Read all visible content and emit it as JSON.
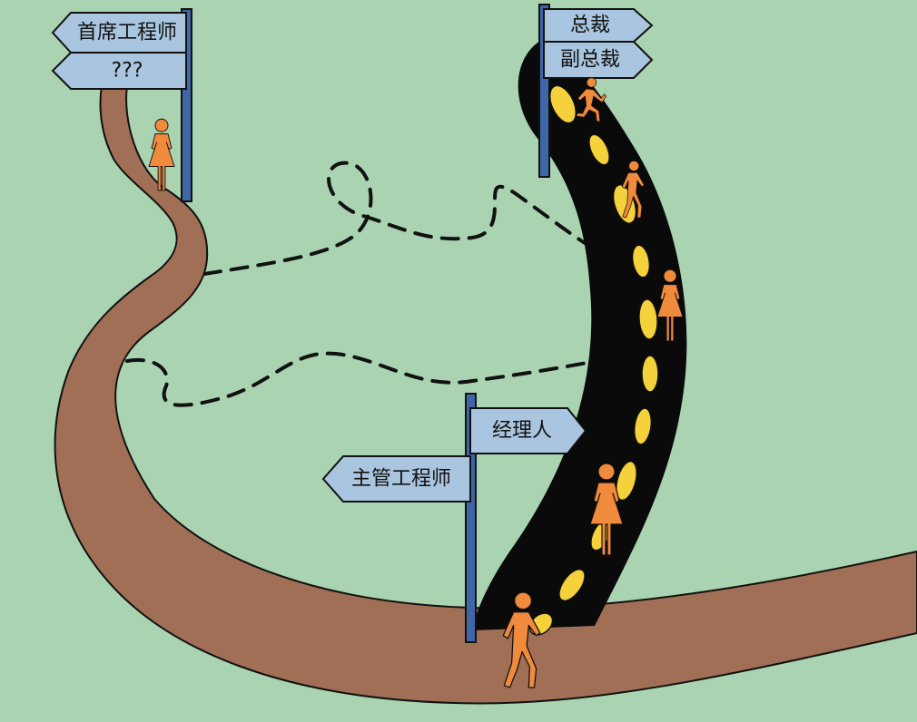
{
  "signs": {
    "chief_engineer": "首席工程师",
    "unknown": "???",
    "president": "总裁",
    "vice_president": "副总裁",
    "manager": "经理人",
    "lead_engineer": "主管工程师"
  },
  "colors": {
    "background": "#a9d3b1",
    "dirt_road": "#a06f56",
    "paved_road": "#0a0a0a",
    "lane_marking": "#f5d23c",
    "sign_board": "#a9c5df",
    "sign_post": "#3f66a6",
    "person": "#f08a3c",
    "path": "#111111"
  },
  "icons": [
    "person-male-icon",
    "person-female-icon",
    "person-running-icon",
    "person-walking-icon"
  ]
}
